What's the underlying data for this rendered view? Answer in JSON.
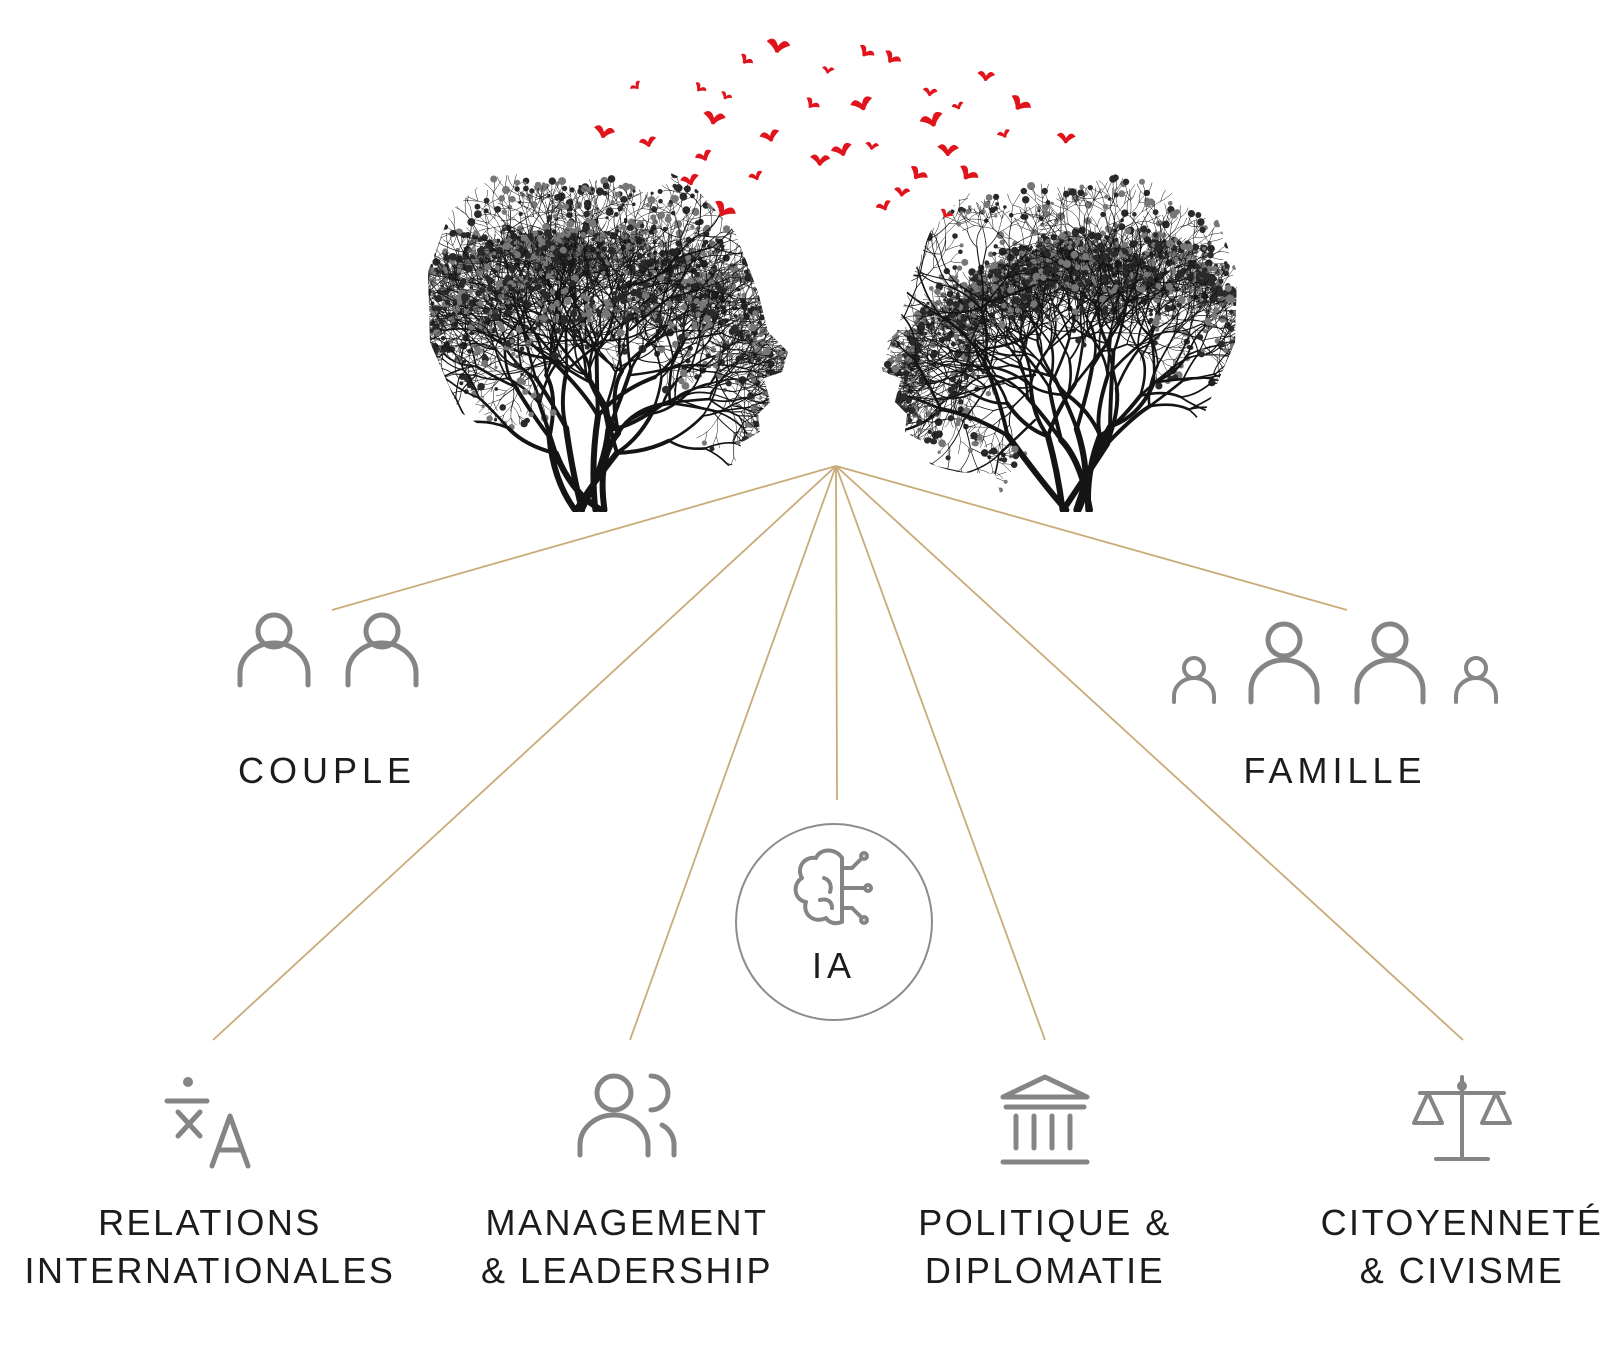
{
  "colors": {
    "connector": "#c8ab78",
    "icon": "#858585",
    "text": "#1c1c1c",
    "birds": "#e0141c",
    "tree": "#141414"
  },
  "illustration": {
    "subject": "two-tree-heads-facing",
    "accent": "red-birds-flying-between"
  },
  "hub": {
    "icon": "brain-circuit-icon",
    "label": "IA"
  },
  "nodes": [
    {
      "id": "couple",
      "icon": "two-persons-icon",
      "lines": [
        "COUPLE"
      ]
    },
    {
      "id": "famille",
      "icon": "family-icon",
      "lines": [
        "FAMILLE"
      ]
    },
    {
      "id": "relations",
      "icon": "translate-icon",
      "lines": [
        "RELATIONS",
        "INTERNATIONALES"
      ]
    },
    {
      "id": "management",
      "icon": "team-icon",
      "lines": [
        "MANAGEMENT",
        "& LEADERSHIP"
      ]
    },
    {
      "id": "politique",
      "icon": "institution-icon",
      "lines": [
        "POLITIQUE &",
        "DIPLOMATIE"
      ]
    },
    {
      "id": "citoyennete",
      "icon": "scales-icon",
      "lines": [
        "CITOYENNETÉ",
        "& CIVISME"
      ]
    }
  ]
}
